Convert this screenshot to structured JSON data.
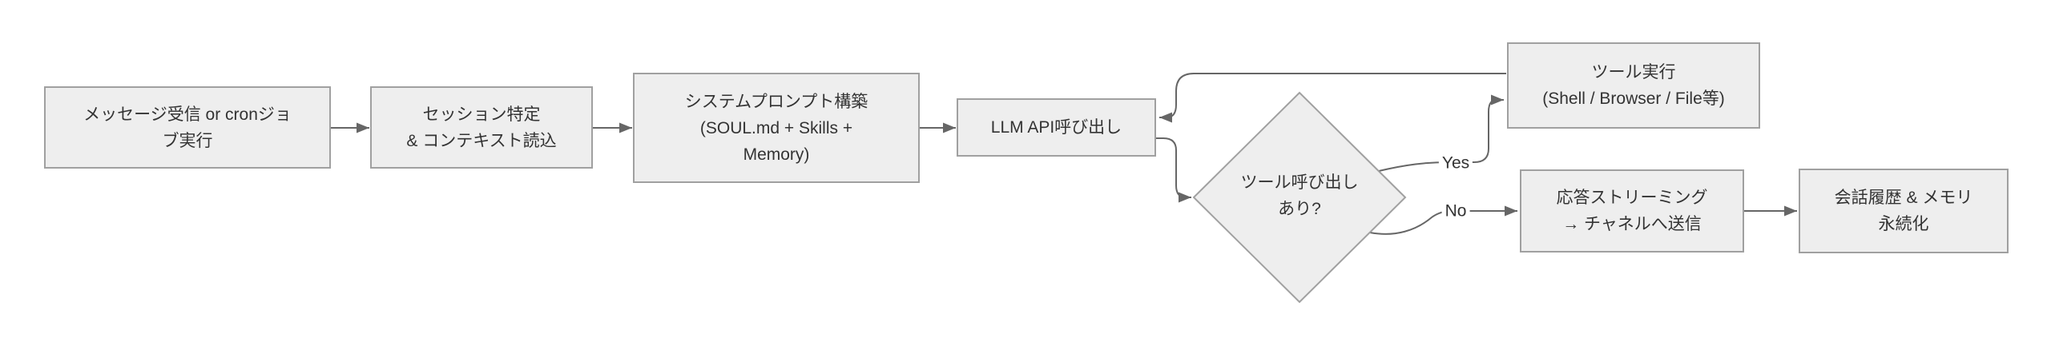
{
  "theme": {
    "canvas_bg": "#ffffff",
    "node_fill": "#eeeeee",
    "node_border": "#a0a0a0",
    "edge_color": "#666666",
    "text_color": "#333333"
  },
  "diagram": {
    "type": "flowchart",
    "direction": "left-to-right"
  },
  "nodes": {
    "receive_message": {
      "lines": [
        "メッセージ受信 or cronジョ",
        "ブ実行"
      ],
      "shape": "rect"
    },
    "session_context": {
      "lines": [
        "セッション特定",
        "& コンテキスト読込"
      ],
      "shape": "rect"
    },
    "build_prompt": {
      "lines": [
        "システムプロンプト構築",
        "(SOUL.md + Skills +",
        "Memory)"
      ],
      "shape": "rect"
    },
    "llm_call": {
      "lines": [
        "LLM API呼び出し"
      ],
      "shape": "rect"
    },
    "tool_decision": {
      "lines": [
        "ツール呼び出し",
        "あり?"
      ],
      "shape": "diamond"
    },
    "tool_exec": {
      "lines": [
        "ツール実行",
        "(Shell / Browser / File等)"
      ],
      "shape": "rect"
    },
    "stream_response": {
      "lines": [
        "応答ストリーミング",
        "→ チャネルへ送信"
      ],
      "shape": "rect"
    },
    "persist_memory": {
      "lines": [
        "会話履歴 & メモリ",
        "永続化"
      ],
      "shape": "rect"
    }
  },
  "edges": {
    "yes_label": "Yes",
    "no_label": "No",
    "connections": [
      {
        "from": "receive_message",
        "to": "session_context"
      },
      {
        "from": "session_context",
        "to": "build_prompt"
      },
      {
        "from": "build_prompt",
        "to": "llm_call"
      },
      {
        "from": "llm_call",
        "to": "tool_decision"
      },
      {
        "from": "tool_decision",
        "to": "tool_exec",
        "label": "Yes"
      },
      {
        "from": "tool_decision",
        "to": "stream_response",
        "label": "No"
      },
      {
        "from": "tool_exec",
        "to": "llm_call"
      },
      {
        "from": "stream_response",
        "to": "persist_memory"
      }
    ]
  }
}
